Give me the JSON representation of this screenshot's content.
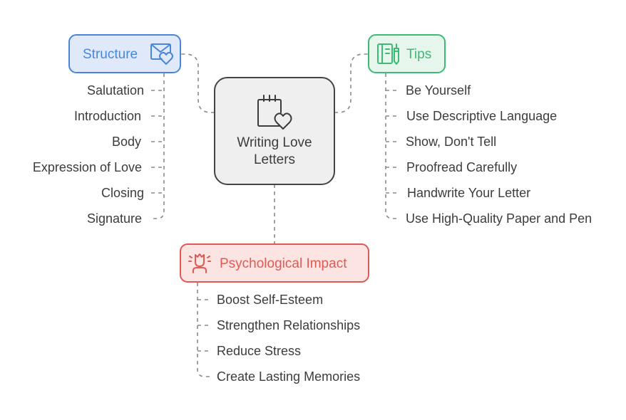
{
  "center": {
    "label_lines": [
      "Writing Love",
      "Letters"
    ],
    "icon": "calendar-heart-icon"
  },
  "branches": {
    "structure": {
      "title": "Structure",
      "icon": "mail-heart-icon",
      "color": "#4a86d8",
      "fill": "#dfe9fa",
      "items": [
        "Salutation",
        "Introduction",
        "Body",
        "Expression of Love",
        "Closing",
        "Signature"
      ]
    },
    "tips": {
      "title": "Tips",
      "icon": "notebook-pen-icon",
      "color": "#3dbb74",
      "fill": "#e6f6ec",
      "items": [
        "Be Yourself",
        "Use Descriptive Language",
        "Show, Don't Tell",
        "Proofread Carefully",
        "Handwrite Your Letter",
        "Use High-Quality Paper and Pen"
      ]
    },
    "impact": {
      "title": "Psychological Impact",
      "icon": "person-sparkle-icon",
      "color": "#e05a55",
      "fill": "#fbe4e2",
      "items": [
        "Boost Self-Esteem",
        "Strengthen Relationships",
        "Reduce Stress",
        "Create Lasting Memories"
      ]
    }
  }
}
